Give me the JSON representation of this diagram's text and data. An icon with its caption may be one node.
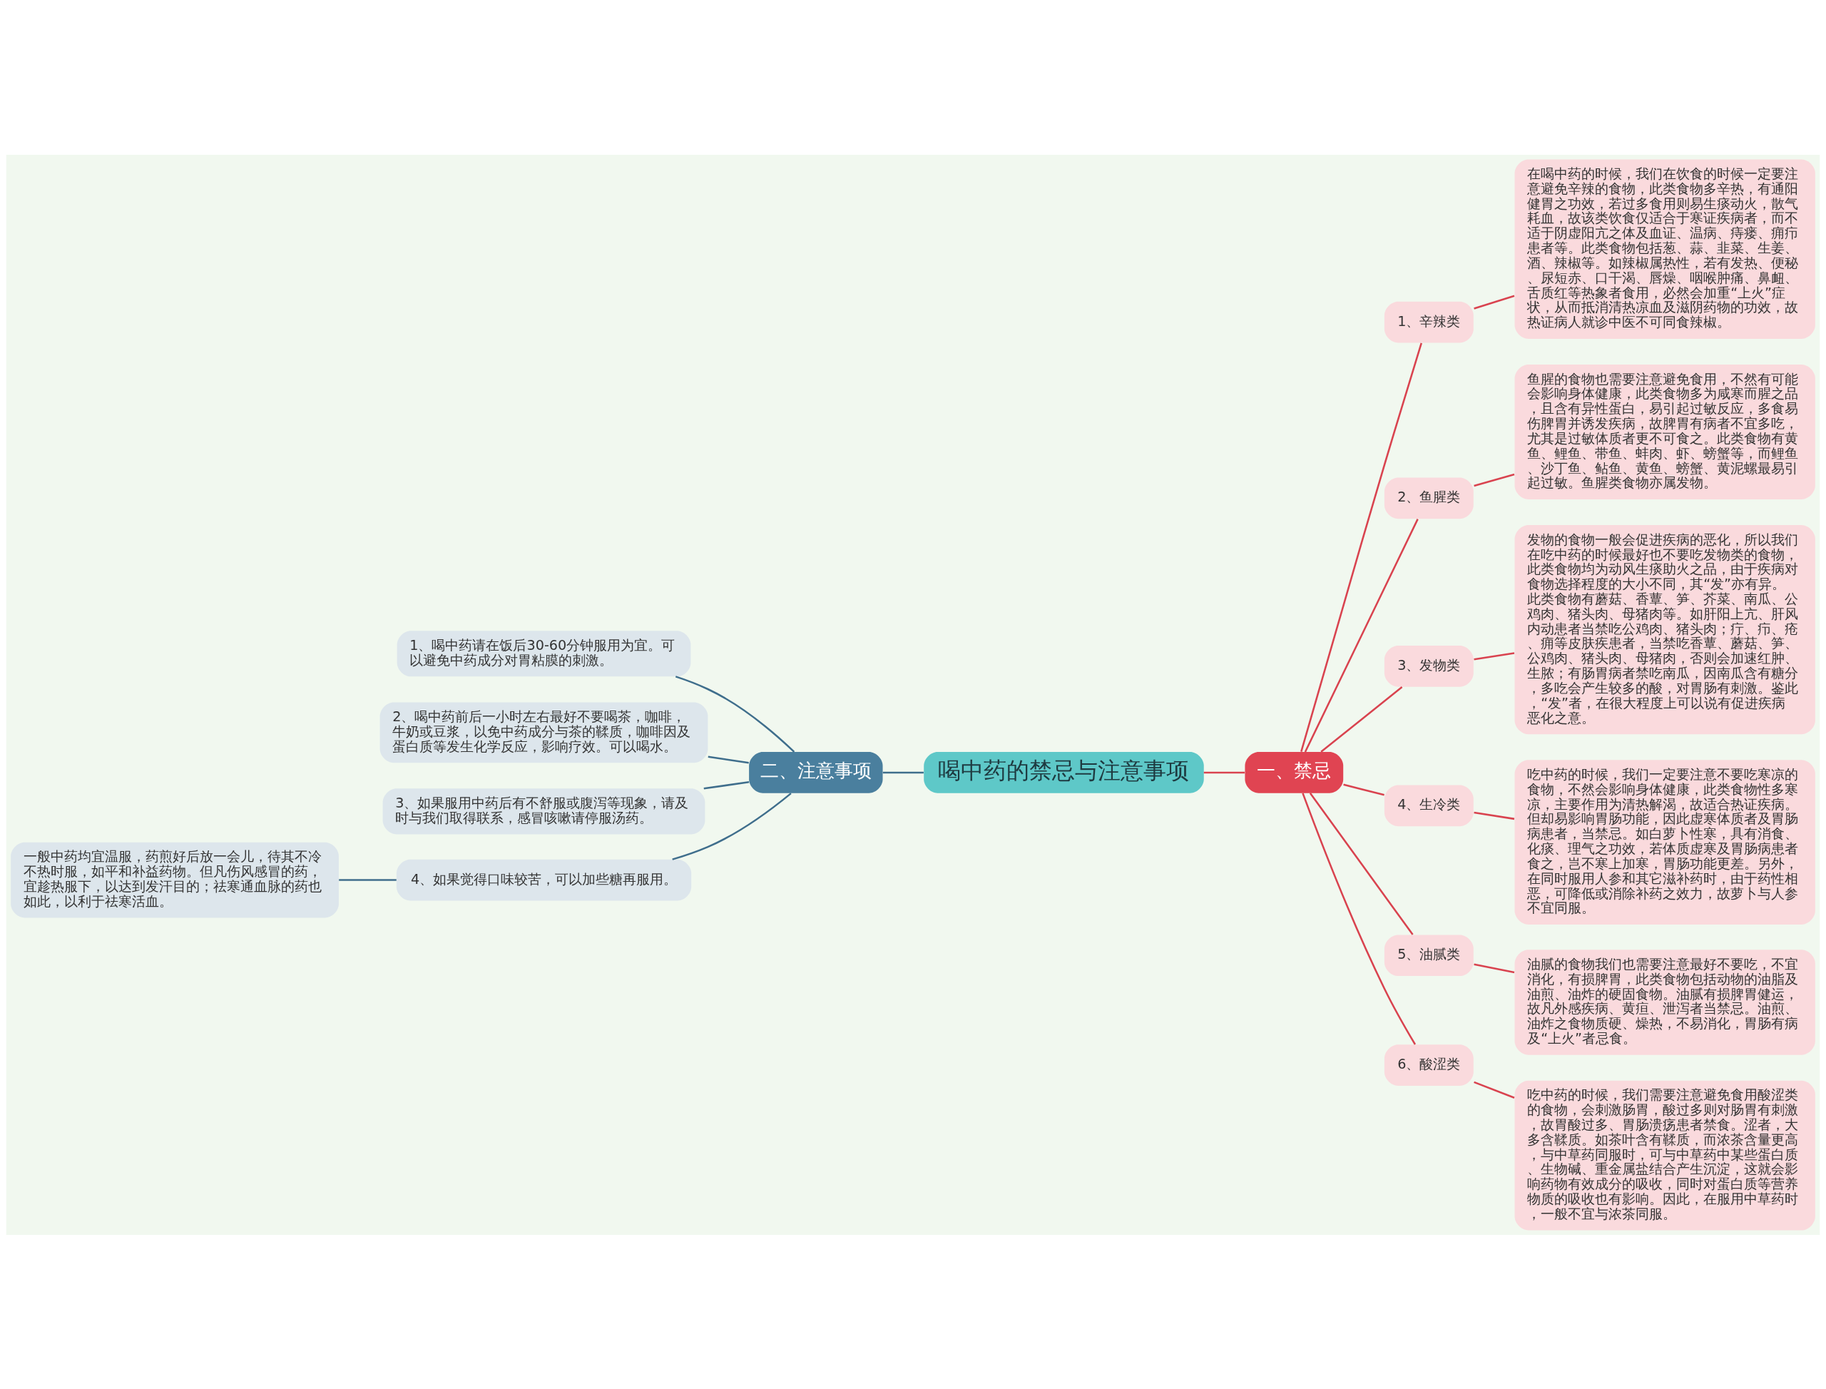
{
  "diagram": {
    "nodes": [
      {
        "text": [
          "喝中药的禁忌与注意事项"
        ]
      },
      {
        "text": [
          "一、禁忌"
        ]
      },
      {
        "text": [
          "1、辛辣类"
        ]
      },
      {
        "text": [
          "在喝中药的时候，我们在饮食的时候一定要注意避免辛辣的食物，此类食物多辛热，有通阳健胃之功效，若过多食用则易生痰动火，散气耗血，故该类饮食仅适合于寒证疾病者，而不适于阴虚阳亢之体及血证、温病、痔瘘、痈疖患者等。此类食物包括葱、蒜、韭菜、生姜、酒、辣椒等。如辣椒属热性，若有发热、便秘、尿短赤、口干渴、唇燥、咽喉肿痛、鼻衄、舌质红等热象者食用，必然会加重“上火”症状，从而抵消清热凉血及滋阴药物的功效，故热证病人就诊中医不可同食辣椒。"
        ]
      },
      {
        "text": [
          "2、鱼腥类"
        ]
      },
      {
        "text": [
          "鱼腥的食物也需要注意避免食用，不然有可能会影响身体健康，此类食物多为咸寒而腥之品，且含有异性蛋白，易引起过敏反应，多食易伤脾胃并诱发疾病，故脾胃有病者不宜多吃，尤其是过敏体质者更不可食之。此类食物有黄鱼、鲤鱼、带鱼、蚌肉、虾、螃蟹等，而鲤鱼、沙丁鱼、鲇鱼、黄鱼、螃蟹、黄泥螺最易引起过敏。鱼腥类食物亦属发物。"
        ]
      },
      {
        "text": [
          "3、发物类"
        ]
      },
      {
        "text": [
          "发物的食物一般会促进疾病的恶化，所以我们在吃中药的时候最好也不要吃发物类的食物，此类食物均为动风生痰助火之品，由于疾病对食物选择程度的大小不同，其“发”亦有异。此类食物有蘑菇、香蕈、笋、芥菜、南瓜、公鸡肉、猪头肉、母猪肉等。如肝阳上亢、肝风内动患者当禁吃公鸡肉、猪头肉；疔、疖、疮、痈等皮肤疾患者，当禁吃香蕈、蘑菇、笋、公鸡肉、猪头肉、母猪肉，否则会加速红肿、生脓；有肠胃病者禁吃南瓜，因南瓜含有糖分，多吃会产生较多的酸，对胃肠有刺激。鉴此，“发”者，在很大程度上可以说有促进疾病恶化之意。"
        ]
      },
      {
        "text": [
          "4、生冷类"
        ]
      },
      {
        "text": [
          "吃中药的时候，我们一定要注意不要吃寒凉的食物，不然会影响身体健康，此类食物性多寒凉，主要作用为清热解渴，故适合热证疾病。但却易影响胃肠功能，因此虚寒体质者及胃肠病患者，当禁忌。如白萝卜性寒，具有消食、化痰、理气之功效，若体质虚寒及胃肠病患者食之，岂不寒上加寒，胃肠功能更差。另外，在同时服用人参和其它滋补药时，由于药性相恶，可降低或消除补药之效力，故萝卜与人参不宜同服。"
        ]
      },
      {
        "text": [
          "5、油腻类"
        ]
      },
      {
        "text": [
          "油腻的食物我们也需要注意最好不要吃，不宜消化，有损脾胃，此类食物包括动物的油脂及油煎、油炸的硬固食物。油腻有损脾胃健运，故凡外感疾病、黄疸、泄泻者当禁忌。油煎、油炸之食物质硬、燥热，不易消化，胃肠有病及“上火”者忌食。"
        ]
      },
      {
        "text": [
          "6、酸涩类"
        ]
      },
      {
        "text": [
          "吃中药的时候，我们需要注意避免食用酸涩类的食物，会刺激肠胃，酸过多则对肠胃有刺激，故胃酸过多、胃肠溃疡患者禁食。涩者，大多含鞣质。如茶叶含有鞣质，而浓茶含量更高，与中草药同服时，可与中草药中某些蛋白质、生物碱、重金属盐结合产生沉淀，这就会影响药物有效成分的吸收，同时对蛋白质等营养物质的吸收也有影响。因此，在服用中草药时，一般不宜与浓茶同服。"
        ]
      },
      {
        "text": [
          "二、注意事项"
        ]
      },
      {
        "text": [
          "1、喝中药请在饭后30-60分钟服用为宜。可以避免中药成分对胃粘膜的刺激。"
        ]
      },
      {
        "text": [
          "2、喝中药前后一小时左右最好不要喝茶，咖啡，牛奶或豆浆，以免中药成分与茶的鞣质，咖啡因及蛋白质等发生化学反应，影响疗效。可以喝水。"
        ]
      },
      {
        "text": [
          "3、如果服用中药后有不舒服或腹泻等现象，请及时与我们取得联系，感冒咳嗽请停服汤药。"
        ]
      },
      {
        "text": [
          "4、如果觉得口味较苦，可以加些糖再服用。"
        ]
      },
      {
        "text": [
          "一般中药均宜温服，药煎好后放一会儿，待其不冷不热时服，如平和补益药物。但凡伤风感冒的药，宜趁热服下，以达到发汗目的；祛寒通血脉的药也如此，以利于祛寒活血。"
        ]
      }
    ],
    "edges": [
      {
        "from": 0,
        "to": 1,
        "arrow": "none"
      },
      {
        "from": 1,
        "to": 2,
        "arrow": "none"
      },
      {
        "from": 2,
        "to": 3,
        "arrow": "none"
      },
      {
        "from": 1,
        "to": 4,
        "arrow": "none"
      },
      {
        "from": 4,
        "to": 5,
        "arrow": "none"
      },
      {
        "from": 1,
        "to": 6,
        "arrow": "none"
      },
      {
        "from": 6,
        "to": 7,
        "arrow": "none"
      },
      {
        "from": 1,
        "to": 8,
        "arrow": "none"
      },
      {
        "from": 8,
        "to": 9,
        "arrow": "none"
      },
      {
        "from": 1,
        "to": 10,
        "arrow": "none"
      },
      {
        "from": 10,
        "to": 11,
        "arrow": "none"
      },
      {
        "from": 1,
        "to": 12,
        "arrow": "none"
      },
      {
        "from": 12,
        "to": 13,
        "arrow": "none"
      },
      {
        "from": 0,
        "to": 14,
        "arrow": "none",
        "color": "#3f6e8c"
      },
      {
        "from": 14,
        "to": 15,
        "arrow": "none",
        "color": "#3f6e8c"
      },
      {
        "from": 14,
        "to": 16,
        "arrow": "none",
        "color": "#3f6e8c"
      },
      {
        "from": 14,
        "to": 17,
        "arrow": "none",
        "color": "#3f6e8c"
      },
      {
        "from": 14,
        "to": 18,
        "arrow": "none",
        "color": "#3f6e8c"
      },
      {
        "from": 18,
        "to": 19,
        "arrow": "none",
        "color": "#3f6e8c"
      }
    ]
  }
}
